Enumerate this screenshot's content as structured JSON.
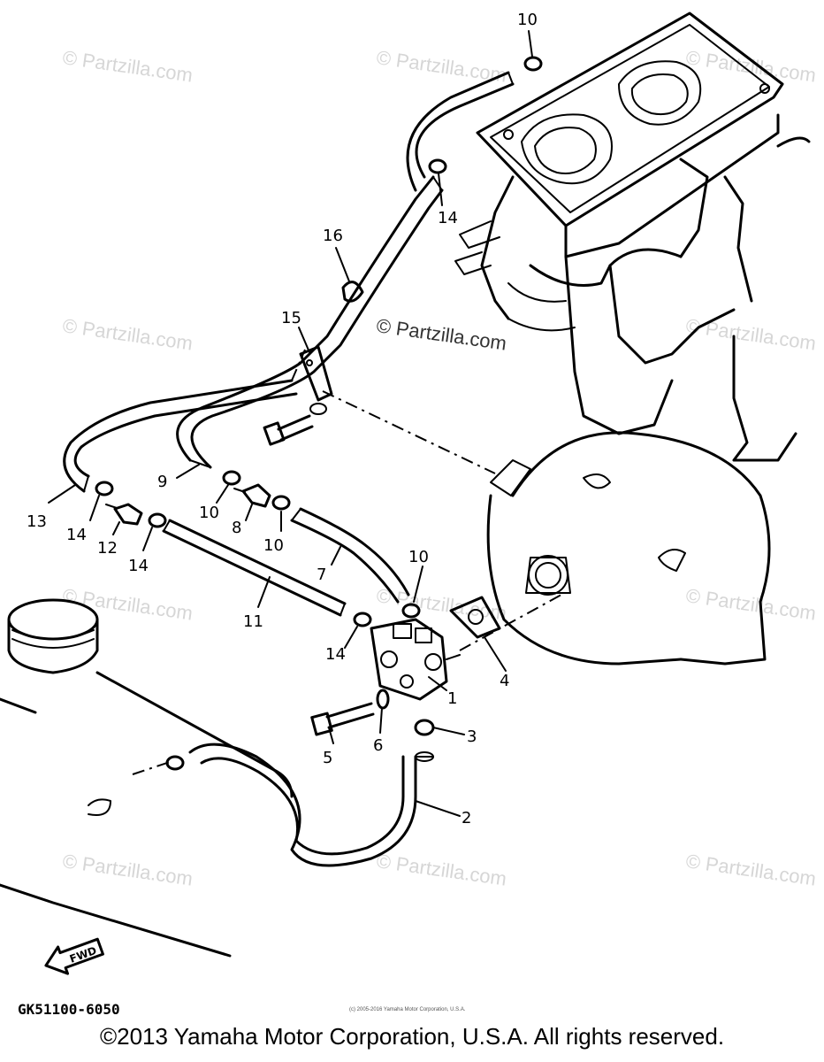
{
  "diagram": {
    "callouts": {
      "n1": "1",
      "n2": "2",
      "n3": "3",
      "n4": "4",
      "n5": "5",
      "n6": "6",
      "n7": "7",
      "n8": "8",
      "n9": "9",
      "n10a": "10",
      "n10b": "10",
      "n10c": "10",
      "n10d": "10",
      "n11": "11",
      "n12": "12",
      "n13": "13",
      "n14a": "14",
      "n14b": "14",
      "n14c": "14",
      "n14d": "14",
      "n15": "15",
      "n16": "16"
    },
    "fwd_label": "FWD",
    "code": "GK51100-6050",
    "fine_print": "(c) 2005-2016 Yamaha Motor Corporation, U.S.A."
  },
  "watermarks": {
    "text": "© Partzilla.com",
    "center_text": "© Partzilla.com"
  },
  "footer": {
    "copyright": "©2013 Yamaha Motor Corporation, U.S.A. All rights reserved."
  }
}
